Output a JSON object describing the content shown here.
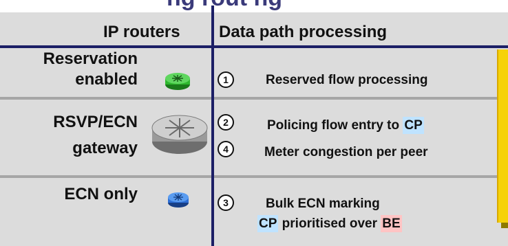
{
  "header": {
    "title_fragment": "ng   rout ng",
    "col_routers": "IP routers",
    "col_processing": "Data path processing"
  },
  "rows": [
    {
      "label_line1": "Reservation",
      "label_line2": "enabled"
    },
    {
      "label_line1": "RSVP/ECN",
      "label_line2": "gateway"
    },
    {
      "label_line1": "ECN only"
    }
  ],
  "steps": [
    {
      "num": "1",
      "text": "Reserved flow processing"
    },
    {
      "num": "2",
      "text": "Policing flow entry to ",
      "tag": "CP"
    },
    {
      "num": "4",
      "text": "Meter congestion per peer"
    },
    {
      "num": "3",
      "text": "Bulk ECN marking",
      "line2_tag1": "CP",
      "line2_text": " prioritised over ",
      "line2_tag2": "BE"
    }
  ],
  "colors": {
    "panel": "#dcdcdc",
    "divider": "#1c1f66",
    "router_green": "#2eb82e",
    "router_gray": "#9a9a9a",
    "router_blue": "#2d6fd6",
    "cp_highlight": "#bfe3ff",
    "be_highlight": "#ffc4c4",
    "sidebar": "#f6d20a"
  },
  "icons": [
    "router-green-icon",
    "router-gray-icon",
    "router-blue-icon"
  ]
}
